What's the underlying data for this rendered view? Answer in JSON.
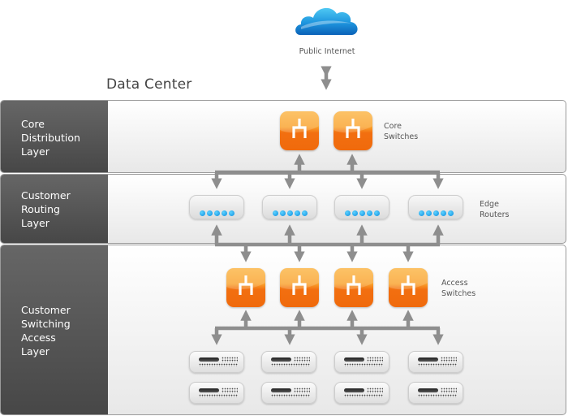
{
  "internet": {
    "label": "Public Internet",
    "icon": "cloud-icon"
  },
  "title": "Data Center",
  "layers": [
    {
      "name": "Core Distribution Layer",
      "lines": [
        "Core",
        "Distribution",
        "Layer"
      ],
      "device_label": [
        "Core",
        "Switches"
      ],
      "device_type": "switch",
      "device_count": 2
    },
    {
      "name": "Customer Routing Layer",
      "lines": [
        "Customer",
        "Routing",
        "Layer"
      ],
      "device_label": [
        "Edge",
        "Routers"
      ],
      "device_type": "router",
      "device_count": 4
    },
    {
      "name": "Customer Switching Access Layer",
      "lines": [
        "Customer",
        "Switching",
        "Access",
        "Layer"
      ],
      "device_label": [
        "Access",
        "Switches"
      ],
      "device_type": "switch",
      "device_count": 4,
      "servers": {
        "rows": 2,
        "per_row": 4
      }
    }
  ],
  "colors": {
    "side_panel": "#555555",
    "switch_orange": "#f47a14",
    "router_led": "#1a9be6",
    "connector": "#8e8e8e"
  }
}
